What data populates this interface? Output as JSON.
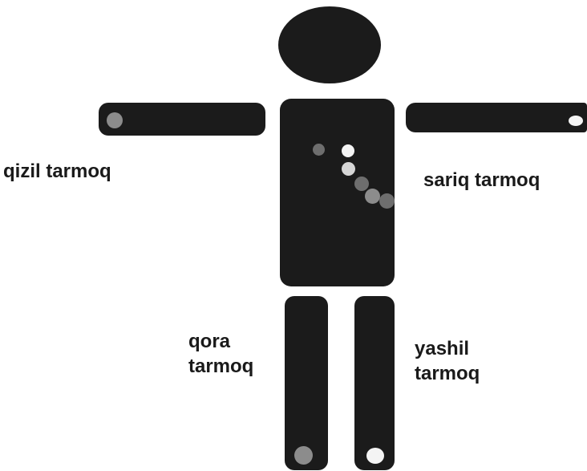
{
  "labels": {
    "red_network": "qizil tarmoq",
    "yellow_network": "sariq tarmoq",
    "black_network": "qora tarmoq",
    "green_network": "yashil tarmoq"
  },
  "colors": {
    "body": "#1b1b1b",
    "text": "#1a1a1a",
    "point_white": "#f4f4f4",
    "point_light_gray": "#d6d6d6",
    "point_mid_gray": "#8c8c8c",
    "point_dark_gray": "#6e6e6e"
  }
}
